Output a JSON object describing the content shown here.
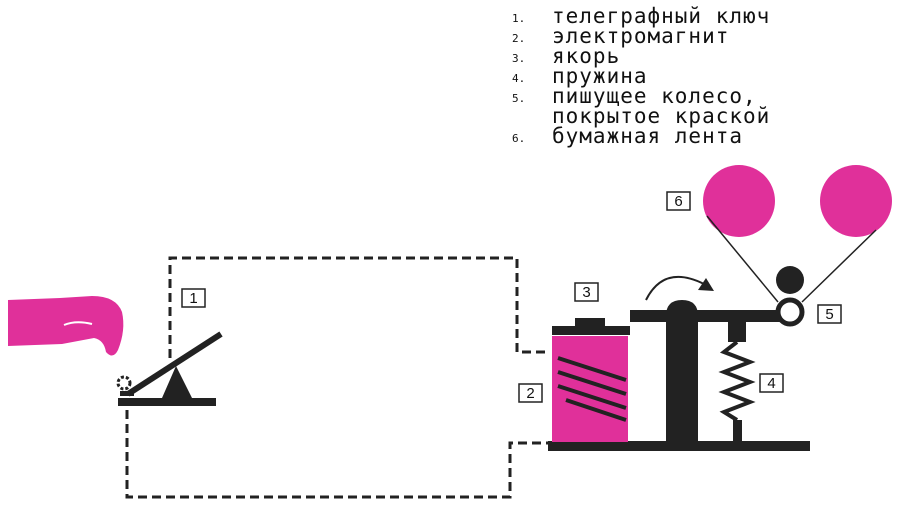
{
  "legend": [
    {
      "num": "1.",
      "text": "телеграфный ключ"
    },
    {
      "num": "2.",
      "text": "электромагнит"
    },
    {
      "num": "3.",
      "text": "якорь"
    },
    {
      "num": "4.",
      "text": "пружина"
    },
    {
      "num": "5.",
      "text": "пишущее колесо,"
    },
    {
      "num": "",
      "text": "покрытое краской"
    },
    {
      "num": "6.",
      "text": "бумажная лента"
    }
  ],
  "labels": {
    "key": "1",
    "electromagnet": "2",
    "armature": "3",
    "spring": "4",
    "wheel": "5",
    "tape": "6"
  },
  "colors": {
    "accent": "#e0309a",
    "ink": "#222222"
  }
}
